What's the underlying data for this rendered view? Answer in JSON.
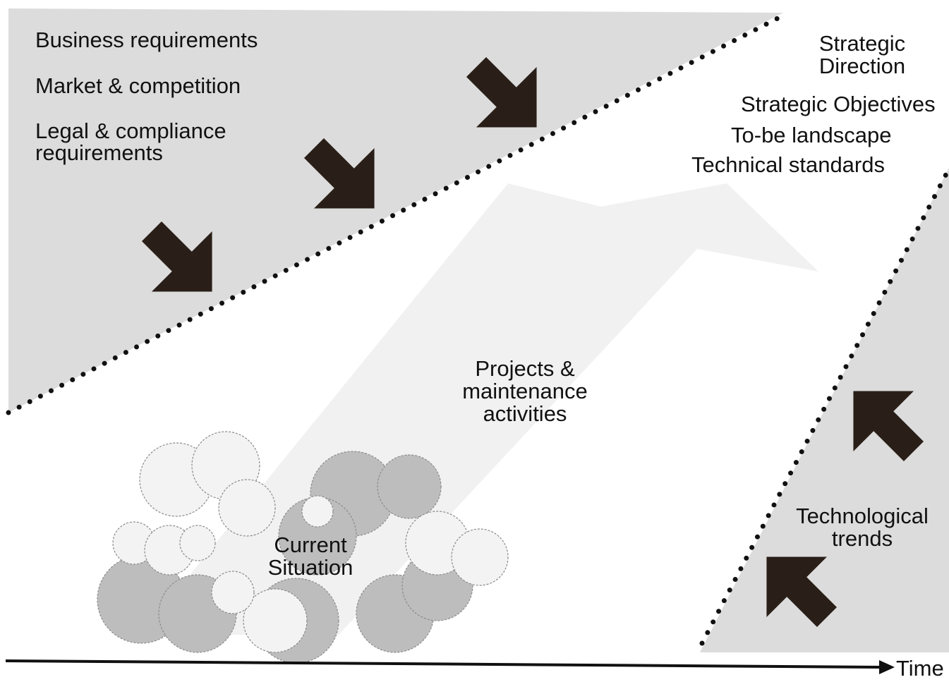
{
  "colors": {
    "shade": "#dcdcdc",
    "cloud_light": "#f2f2f2",
    "cloud_dark": "#b9b9b9",
    "arrow": "#2a1f18",
    "faint_arrow": "#eeeeee",
    "line": "#111111"
  },
  "top_region": {
    "items": [
      "Business requirements",
      "Market & competition"
    ],
    "legal_line1": "Legal & compliance",
    "legal_line2": "requirements"
  },
  "strategy": {
    "title_line1": "Strategic",
    "title_line2": "Direction",
    "objectives": "Strategic Objectives",
    "landscape": "To-be landscape",
    "standards": "Technical standards"
  },
  "center": {
    "line1": "Projects &",
    "line2": "maintenance",
    "line3": "activities"
  },
  "current": {
    "line1": "Current",
    "line2": "Situation"
  },
  "tech": {
    "line1": "Technological",
    "line2": "trends"
  },
  "axis": {
    "label": "Time"
  }
}
